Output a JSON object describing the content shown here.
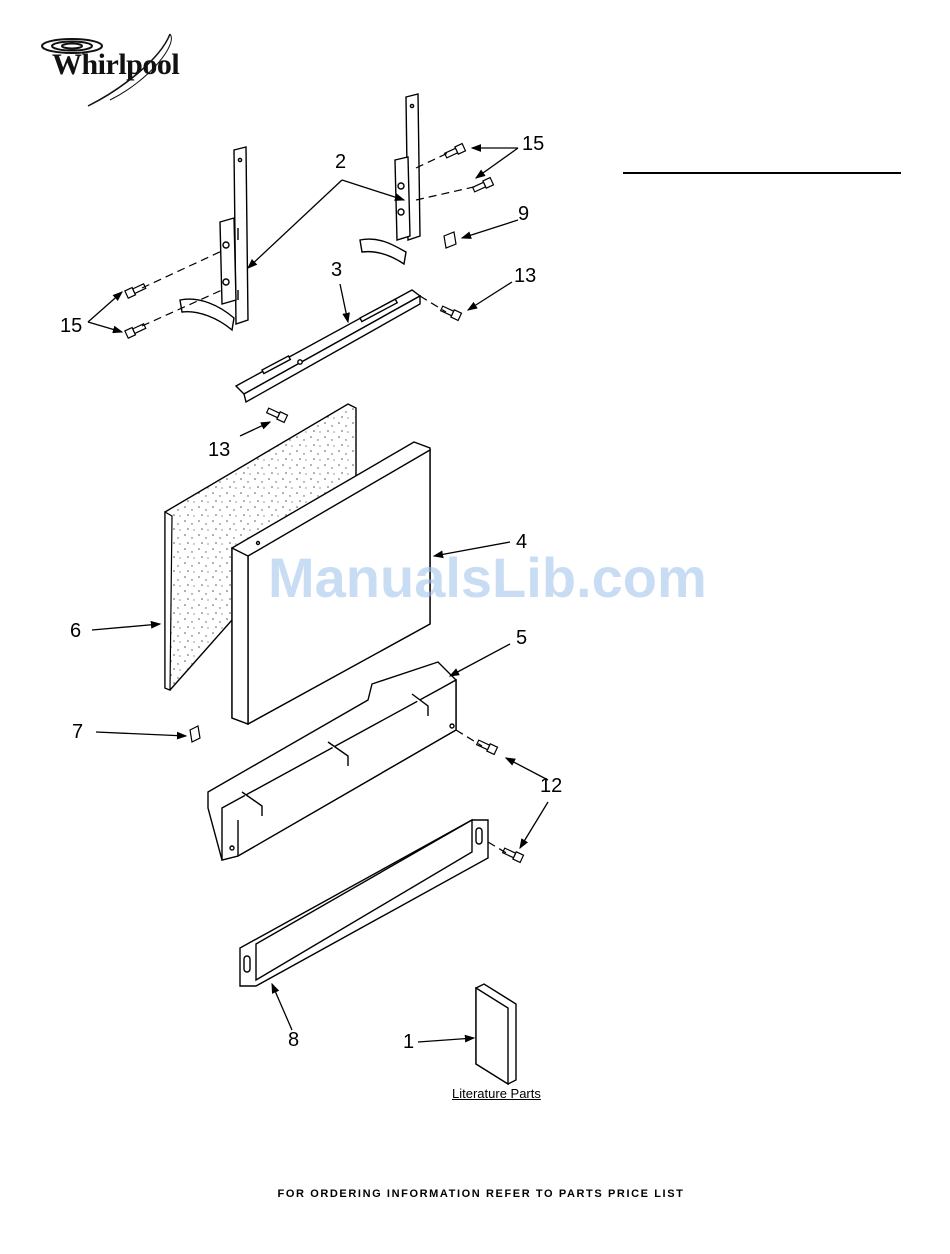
{
  "brand": {
    "name": "Whirlpool"
  },
  "watermark": "ManualsLib.com",
  "callouts": [
    {
      "id": "c2",
      "text": "2"
    },
    {
      "id": "c15a",
      "text": "15"
    },
    {
      "id": "c15b",
      "text": "15"
    },
    {
      "id": "c9",
      "text": "9"
    },
    {
      "id": "c3",
      "text": "3"
    },
    {
      "id": "c13a",
      "text": "13"
    },
    {
      "id": "c13b",
      "text": "13"
    },
    {
      "id": "c4",
      "text": "4"
    },
    {
      "id": "c6",
      "text": "6"
    },
    {
      "id": "c5",
      "text": "5"
    },
    {
      "id": "c7",
      "text": "7"
    },
    {
      "id": "c12",
      "text": "12"
    },
    {
      "id": "c8",
      "text": "8"
    },
    {
      "id": "c1",
      "text": "1"
    }
  ],
  "literature_label": "Literature Parts",
  "footer": "FOR ORDERING INFORMATION REFER TO PARTS PRICE LIST"
}
